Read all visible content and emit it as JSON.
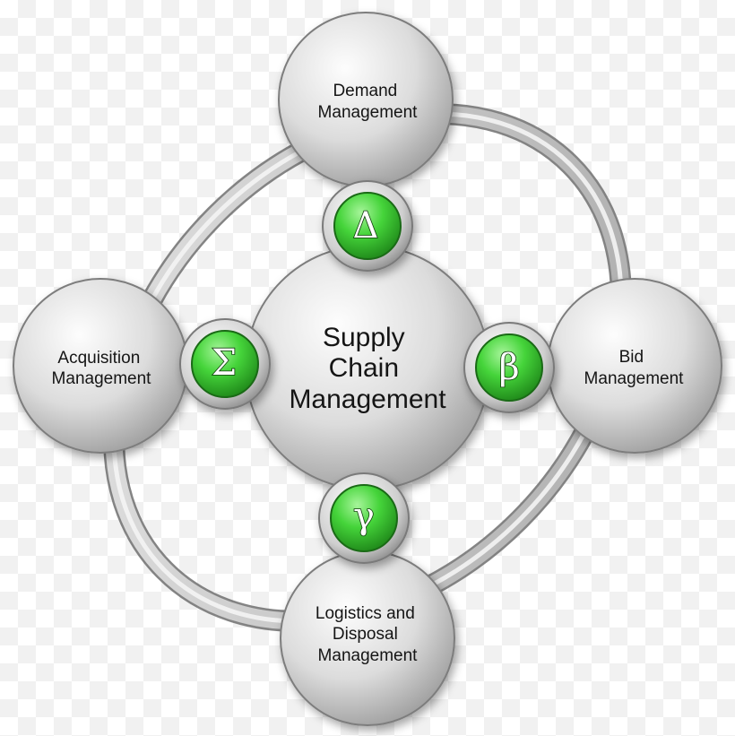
{
  "diagram": {
    "center": {
      "lines": [
        "Supply",
        "Chain",
        "Management"
      ]
    },
    "nodes": {
      "top": {
        "lines": [
          "Demand",
          "Management"
        ]
      },
      "left": {
        "lines": [
          "Acquisition",
          "Management"
        ]
      },
      "right": {
        "lines": [
          "Bid",
          "Management"
        ]
      },
      "bottom": {
        "lines": [
          "Logistics and",
          "Disposal",
          "Management"
        ]
      }
    },
    "symbols": {
      "top": "Δ",
      "left": "Σ",
      "right": "β",
      "bottom": "γ"
    }
  },
  "colors": {
    "node_light": "#fbfbfb",
    "node_mid": "#d4d4d4",
    "node_dark": "#8e8e8e",
    "ring": "#c6c6c6",
    "badge_green": "#3fcf38",
    "badge_green_dark": "#1e8a19"
  }
}
